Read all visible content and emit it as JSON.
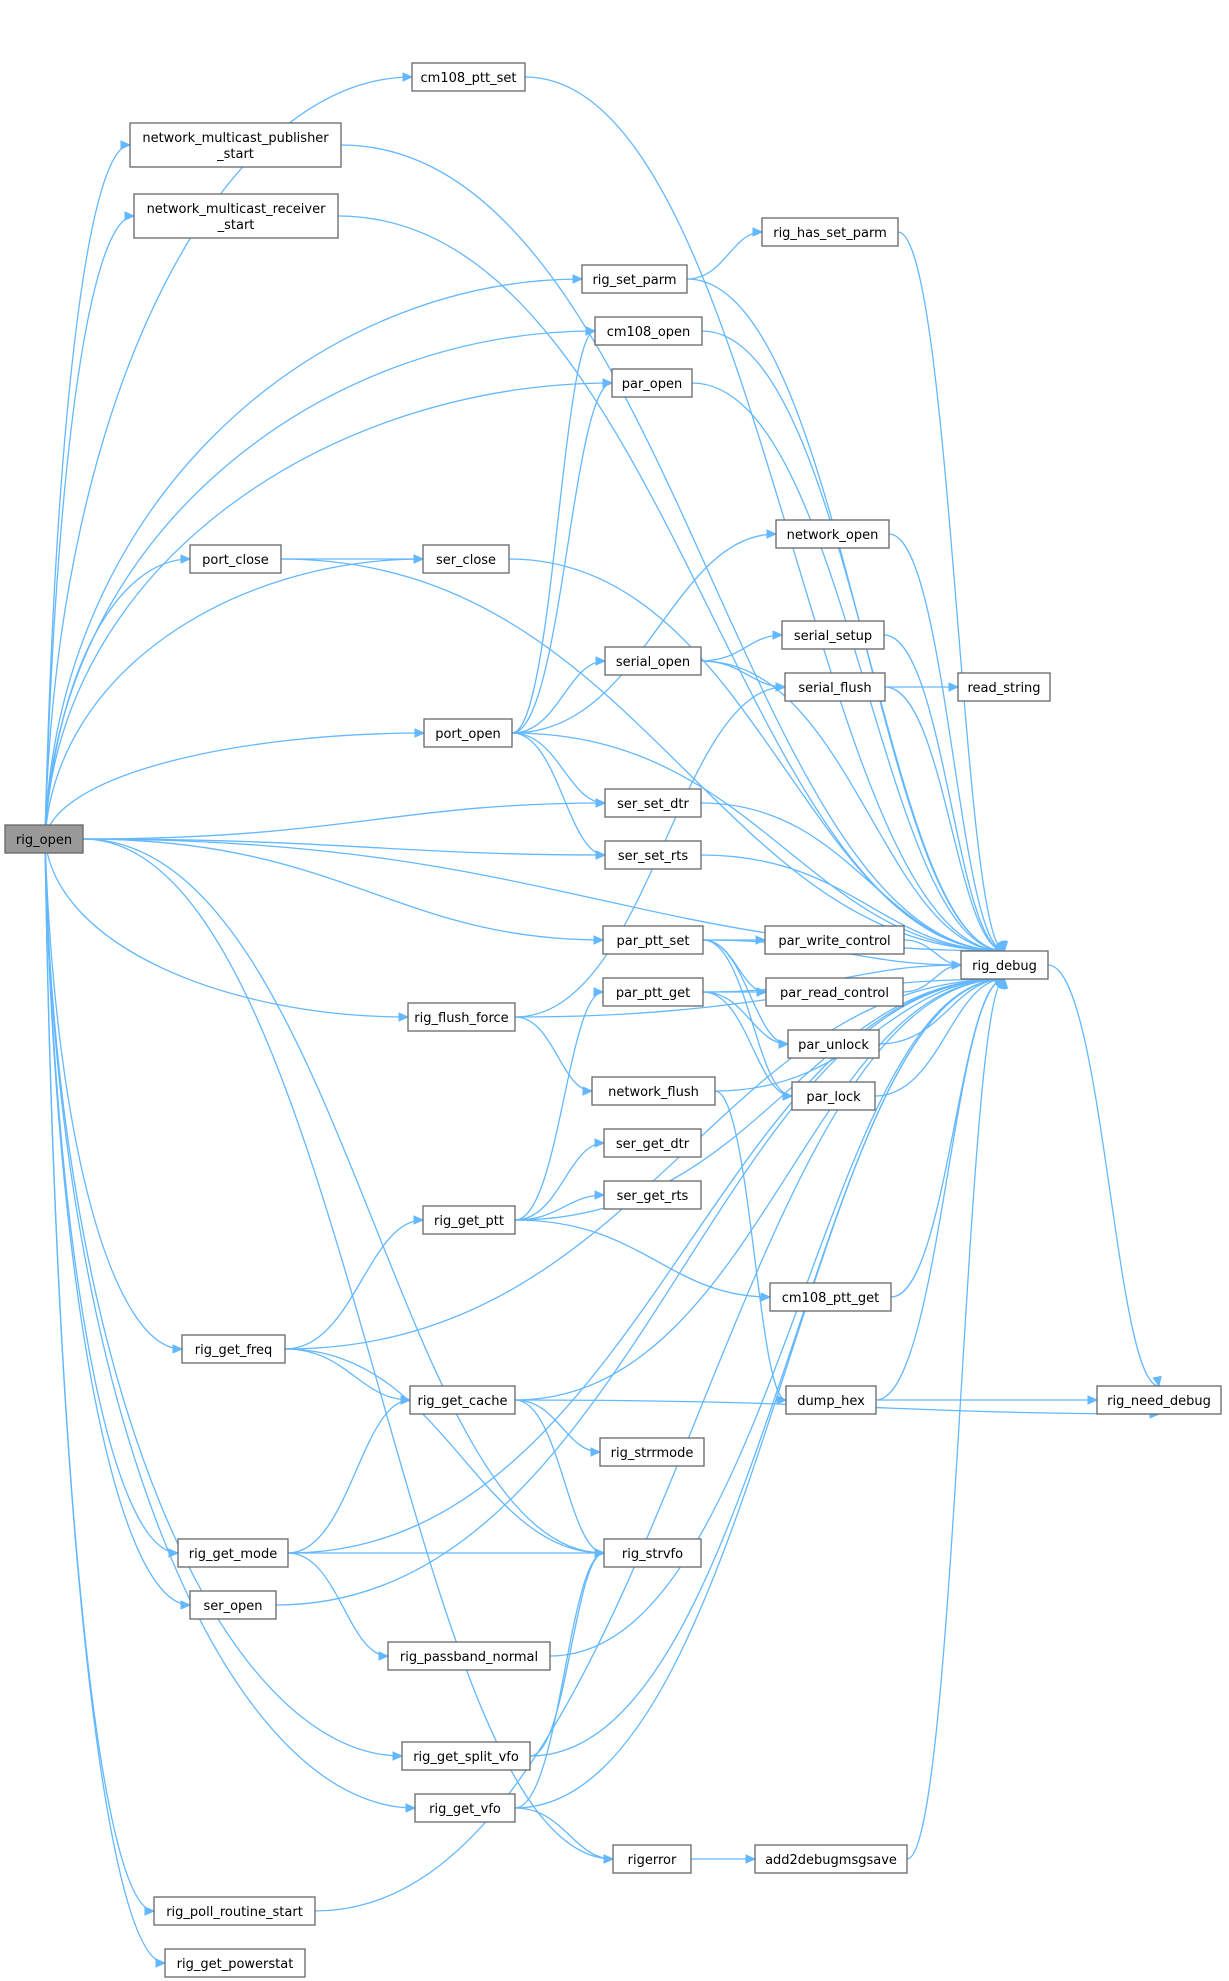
{
  "nodes": [
    {
      "id": "rig_open",
      "label": "rig_open",
      "highlight": true
    },
    {
      "id": "cm108_ptt_set",
      "label": "cm108_ptt_set"
    },
    {
      "id": "nmp",
      "label": "network_multicast_publisher\n_start"
    },
    {
      "id": "nmr",
      "label": "network_multicast_receiver\n_start"
    },
    {
      "id": "rig_set_parm",
      "label": "rig_set_parm"
    },
    {
      "id": "rig_has_set_parm",
      "label": "rig_has_set_parm"
    },
    {
      "id": "cm108_open",
      "label": "cm108_open"
    },
    {
      "id": "par_open",
      "label": "par_open"
    },
    {
      "id": "port_close",
      "label": "port_close"
    },
    {
      "id": "ser_close",
      "label": "ser_close"
    },
    {
      "id": "network_open",
      "label": "network_open"
    },
    {
      "id": "serial_open",
      "label": "serial_open"
    },
    {
      "id": "serial_setup",
      "label": "serial_setup"
    },
    {
      "id": "serial_flush",
      "label": "serial_flush"
    },
    {
      "id": "read_string",
      "label": "read_string"
    },
    {
      "id": "port_open",
      "label": "port_open"
    },
    {
      "id": "ser_set_dtr",
      "label": "ser_set_dtr"
    },
    {
      "id": "ser_set_rts",
      "label": "ser_set_rts"
    },
    {
      "id": "par_ptt_set",
      "label": "par_ptt_set"
    },
    {
      "id": "par_write_control",
      "label": "par_write_control"
    },
    {
      "id": "rig_debug",
      "label": "rig_debug"
    },
    {
      "id": "par_read_control",
      "label": "par_read_control"
    },
    {
      "id": "par_ptt_get",
      "label": "par_ptt_get"
    },
    {
      "id": "rig_flush_force",
      "label": "rig_flush_force"
    },
    {
      "id": "par_unlock",
      "label": "par_unlock"
    },
    {
      "id": "par_lock",
      "label": "par_lock"
    },
    {
      "id": "network_flush",
      "label": "network_flush"
    },
    {
      "id": "ser_get_dtr",
      "label": "ser_get_dtr"
    },
    {
      "id": "ser_get_rts",
      "label": "ser_get_rts"
    },
    {
      "id": "rig_get_ptt",
      "label": "rig_get_ptt"
    },
    {
      "id": "cm108_ptt_get",
      "label": "cm108_ptt_get"
    },
    {
      "id": "rig_get_freq",
      "label": "rig_get_freq"
    },
    {
      "id": "rig_get_cache",
      "label": "rig_get_cache"
    },
    {
      "id": "dump_hex",
      "label": "dump_hex"
    },
    {
      "id": "rig_need_debug",
      "label": "rig_need_debug"
    },
    {
      "id": "rig_strrmode",
      "label": "rig_strrmode"
    },
    {
      "id": "rig_get_mode",
      "label": "rig_get_mode"
    },
    {
      "id": "rig_strvfo",
      "label": "rig_strvfo"
    },
    {
      "id": "ser_open",
      "label": "ser_open"
    },
    {
      "id": "rig_passband_normal",
      "label": "rig_passband_normal"
    },
    {
      "id": "rig_get_split_vfo",
      "label": "rig_get_split_vfo"
    },
    {
      "id": "rig_get_vfo",
      "label": "rig_get_vfo"
    },
    {
      "id": "rigerror",
      "label": "rigerror"
    },
    {
      "id": "add2debugmsgsave",
      "label": "add2debugmsgsave"
    },
    {
      "id": "rig_poll_routine_start",
      "label": "rig_poll_routine_start"
    },
    {
      "id": "rig_get_powerstat",
      "label": "rig_get_powerstat"
    }
  ],
  "edges": [
    [
      "rig_open",
      "cm108_ptt_set"
    ],
    [
      "rig_open",
      "nmp"
    ],
    [
      "rig_open",
      "nmr"
    ],
    [
      "rig_open",
      "rig_set_parm"
    ],
    [
      "rig_open",
      "cm108_open"
    ],
    [
      "rig_open",
      "par_open"
    ],
    [
      "rig_open",
      "port_close"
    ],
    [
      "rig_open",
      "ser_close"
    ],
    [
      "rig_open",
      "port_open"
    ],
    [
      "rig_open",
      "ser_set_dtr"
    ],
    [
      "rig_open",
      "ser_set_rts"
    ],
    [
      "rig_open",
      "par_ptt_set"
    ],
    [
      "rig_open",
      "rig_flush_force"
    ],
    [
      "rig_open",
      "rig_get_freq"
    ],
    [
      "rig_open",
      "rig_get_mode"
    ],
    [
      "rig_open",
      "rig_strvfo"
    ],
    [
      "rig_open",
      "ser_open"
    ],
    [
      "rig_open",
      "rig_get_split_vfo"
    ],
    [
      "rig_open",
      "rig_get_vfo"
    ],
    [
      "rig_open",
      "rigerror"
    ],
    [
      "rig_open",
      "rig_poll_routine_start"
    ],
    [
      "rig_open",
      "rig_get_powerstat"
    ],
    [
      "rig_open",
      "rig_debug"
    ],
    [
      "cm108_ptt_set",
      "rig_debug"
    ],
    [
      "nmp",
      "rig_debug"
    ],
    [
      "nmr",
      "rig_debug"
    ],
    [
      "rig_set_parm",
      "rig_has_set_parm"
    ],
    [
      "rig_set_parm",
      "rig_debug"
    ],
    [
      "rig_has_set_parm",
      "rig_debug"
    ],
    [
      "cm108_open",
      "rig_debug"
    ],
    [
      "par_open",
      "rig_debug"
    ],
    [
      "port_close",
      "ser_close"
    ],
    [
      "port_close",
      "rig_debug"
    ],
    [
      "ser_close",
      "rig_debug"
    ],
    [
      "port_open",
      "cm108_open"
    ],
    [
      "port_open",
      "par_open"
    ],
    [
      "port_open",
      "network_open"
    ],
    [
      "port_open",
      "serial_open"
    ],
    [
      "port_open",
      "ser_set_dtr"
    ],
    [
      "port_open",
      "ser_set_rts"
    ],
    [
      "port_open",
      "rig_debug"
    ],
    [
      "network_open",
      "rig_debug"
    ],
    [
      "serial_open",
      "serial_setup"
    ],
    [
      "serial_open",
      "serial_flush"
    ],
    [
      "serial_open",
      "rig_debug"
    ],
    [
      "serial_setup",
      "rig_debug"
    ],
    [
      "serial_flush",
      "read_string"
    ],
    [
      "serial_flush",
      "rig_debug"
    ],
    [
      "ser_set_dtr",
      "rig_debug"
    ],
    [
      "ser_set_rts",
      "rig_debug"
    ],
    [
      "par_ptt_set",
      "par_write_control"
    ],
    [
      "par_ptt_set",
      "par_read_control"
    ],
    [
      "par_ptt_set",
      "par_unlock"
    ],
    [
      "par_ptt_set",
      "par_lock"
    ],
    [
      "par_ptt_set",
      "rig_debug"
    ],
    [
      "par_write_control",
      "rig_debug"
    ],
    [
      "par_read_control",
      "rig_debug"
    ],
    [
      "par_unlock",
      "rig_debug"
    ],
    [
      "par_lock",
      "rig_debug"
    ],
    [
      "par_ptt_get",
      "par_read_control"
    ],
    [
      "par_ptt_get",
      "par_unlock"
    ],
    [
      "par_ptt_get",
      "par_lock"
    ],
    [
      "par_ptt_get",
      "rig_debug"
    ],
    [
      "rig_flush_force",
      "serial_flush"
    ],
    [
      "rig_flush_force",
      "network_flush"
    ],
    [
      "rig_flush_force",
      "rig_debug"
    ],
    [
      "network_flush",
      "dump_hex"
    ],
    [
      "network_flush",
      "rig_debug"
    ],
    [
      "rig_get_ptt",
      "par_ptt_get"
    ],
    [
      "rig_get_ptt",
      "ser_get_dtr"
    ],
    [
      "rig_get_ptt",
      "ser_get_rts"
    ],
    [
      "rig_get_ptt",
      "cm108_ptt_get"
    ],
    [
      "rig_get_ptt",
      "rig_debug"
    ],
    [
      "cm108_ptt_get",
      "rig_debug"
    ],
    [
      "rig_get_freq",
      "rig_get_ptt"
    ],
    [
      "rig_get_freq",
      "rig_get_cache"
    ],
    [
      "rig_get_freq",
      "rig_strvfo"
    ],
    [
      "rig_get_freq",
      "rig_debug"
    ],
    [
      "rig_get_cache",
      "rig_strrmode"
    ],
    [
      "rig_get_cache",
      "rig_strvfo"
    ],
    [
      "rig_get_cache",
      "rig_need_debug"
    ],
    [
      "rig_get_cache",
      "rig_debug"
    ],
    [
      "dump_hex",
      "rig_need_debug"
    ],
    [
      "dump_hex",
      "rig_debug"
    ],
    [
      "rig_debug",
      "rig_need_debug"
    ],
    [
      "rig_get_mode",
      "rig_get_cache"
    ],
    [
      "rig_get_mode",
      "rig_strvfo"
    ],
    [
      "rig_get_mode",
      "rig_passband_normal"
    ],
    [
      "rig_get_mode",
      "rig_debug"
    ],
    [
      "ser_open",
      "rig_debug"
    ],
    [
      "rig_passband_normal",
      "rig_debug"
    ],
    [
      "rig_get_split_vfo",
      "rig_strvfo"
    ],
    [
      "rig_get_split_vfo",
      "rig_debug"
    ],
    [
      "rig_get_vfo",
      "rig_strvfo"
    ],
    [
      "rig_get_vfo",
      "rigerror"
    ],
    [
      "rig_get_vfo",
      "rig_debug"
    ],
    [
      "rigerror",
      "add2debugmsgsave"
    ],
    [
      "add2debugmsgsave",
      "rig_debug"
    ],
    [
      "rig_poll_routine_start",
      "rig_debug"
    ]
  ],
  "colors": {
    "edge": "#63b8ff",
    "node_border": "#666666",
    "root_fill": "#999999"
  }
}
